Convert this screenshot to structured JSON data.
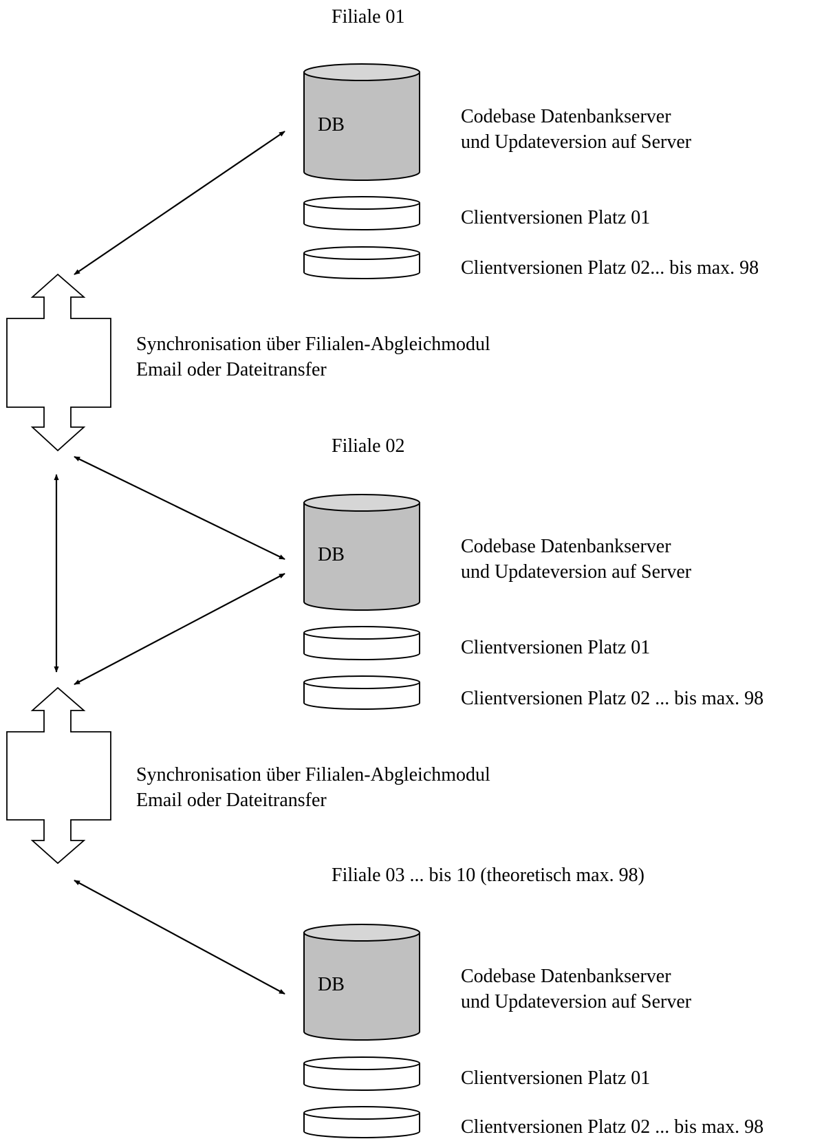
{
  "branches": [
    {
      "title": "Filiale 01",
      "db_label": "DB",
      "server_line1": "Codebase Datenbankserver",
      "server_line2": "und Updateversion auf Server",
      "client1": "Clientversionen Platz 01",
      "client2": "Clientversionen Platz 02... bis max. 98"
    },
    {
      "title": "Filiale 02",
      "db_label": "DB",
      "server_line1": "Codebase Datenbankserver",
      "server_line2": "und Updateversion auf Server",
      "client1": "Clientversionen Platz 01",
      "client2": "Clientversionen Platz 02 ... bis max. 98"
    },
    {
      "title": "Filiale 03 ... bis 10 (theoretisch max. 98)",
      "db_label": "DB",
      "server_line1": "Codebase Datenbankserver",
      "server_line2": "und Updateversion auf Server",
      "client1": "Clientversionen Platz 01",
      "client2": "Clientversionen Platz 02 ... bis max. 98"
    }
  ],
  "sync": [
    {
      "line1": "Synchronisation über Filialen-Abgleichmodul",
      "line2": "Email oder Dateitransfer"
    },
    {
      "line1": "Synchronisation über Filialen-Abgleichmodul",
      "line2": "Email oder Dateitransfer"
    }
  ],
  "colors": {
    "db_fill": "#c0c0c0",
    "db_top": "#d6d6d6",
    "stroke": "#000000",
    "disk_fill": "#ffffff"
  }
}
